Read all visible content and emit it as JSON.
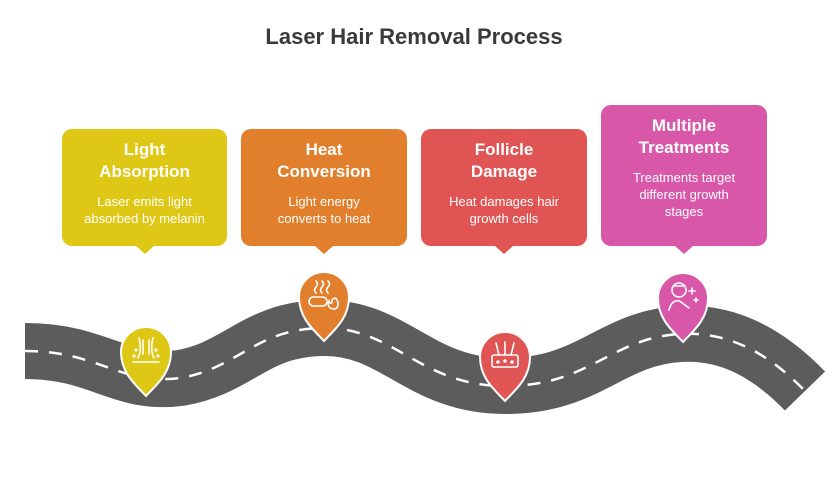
{
  "title": "Laser Hair Removal Process",
  "road": {
    "asphalt": "#5c5c5c",
    "dash": "#ffffff"
  },
  "steps": [
    {
      "heading": "Light\nAbsorption",
      "description": "Laser emits light\nabsorbed by melanin",
      "color": "#dfc716",
      "icon": "hair-follicle-icon"
    },
    {
      "heading": "Heat\nConversion",
      "description": "Light energy\nconverts to heat",
      "color": "#e17f2d",
      "icon": "heat-conversion-icon"
    },
    {
      "heading": "Follicle\nDamage",
      "description": "Heat damages hair\ngrowth cells",
      "color": "#e05454",
      "icon": "damaged-follicle-icon"
    },
    {
      "heading": "Multiple\nTreatments",
      "description": "Treatments target\ndifferent growth\nstages",
      "color": "#d957a8",
      "icon": "laser-treatment-icon"
    }
  ]
}
